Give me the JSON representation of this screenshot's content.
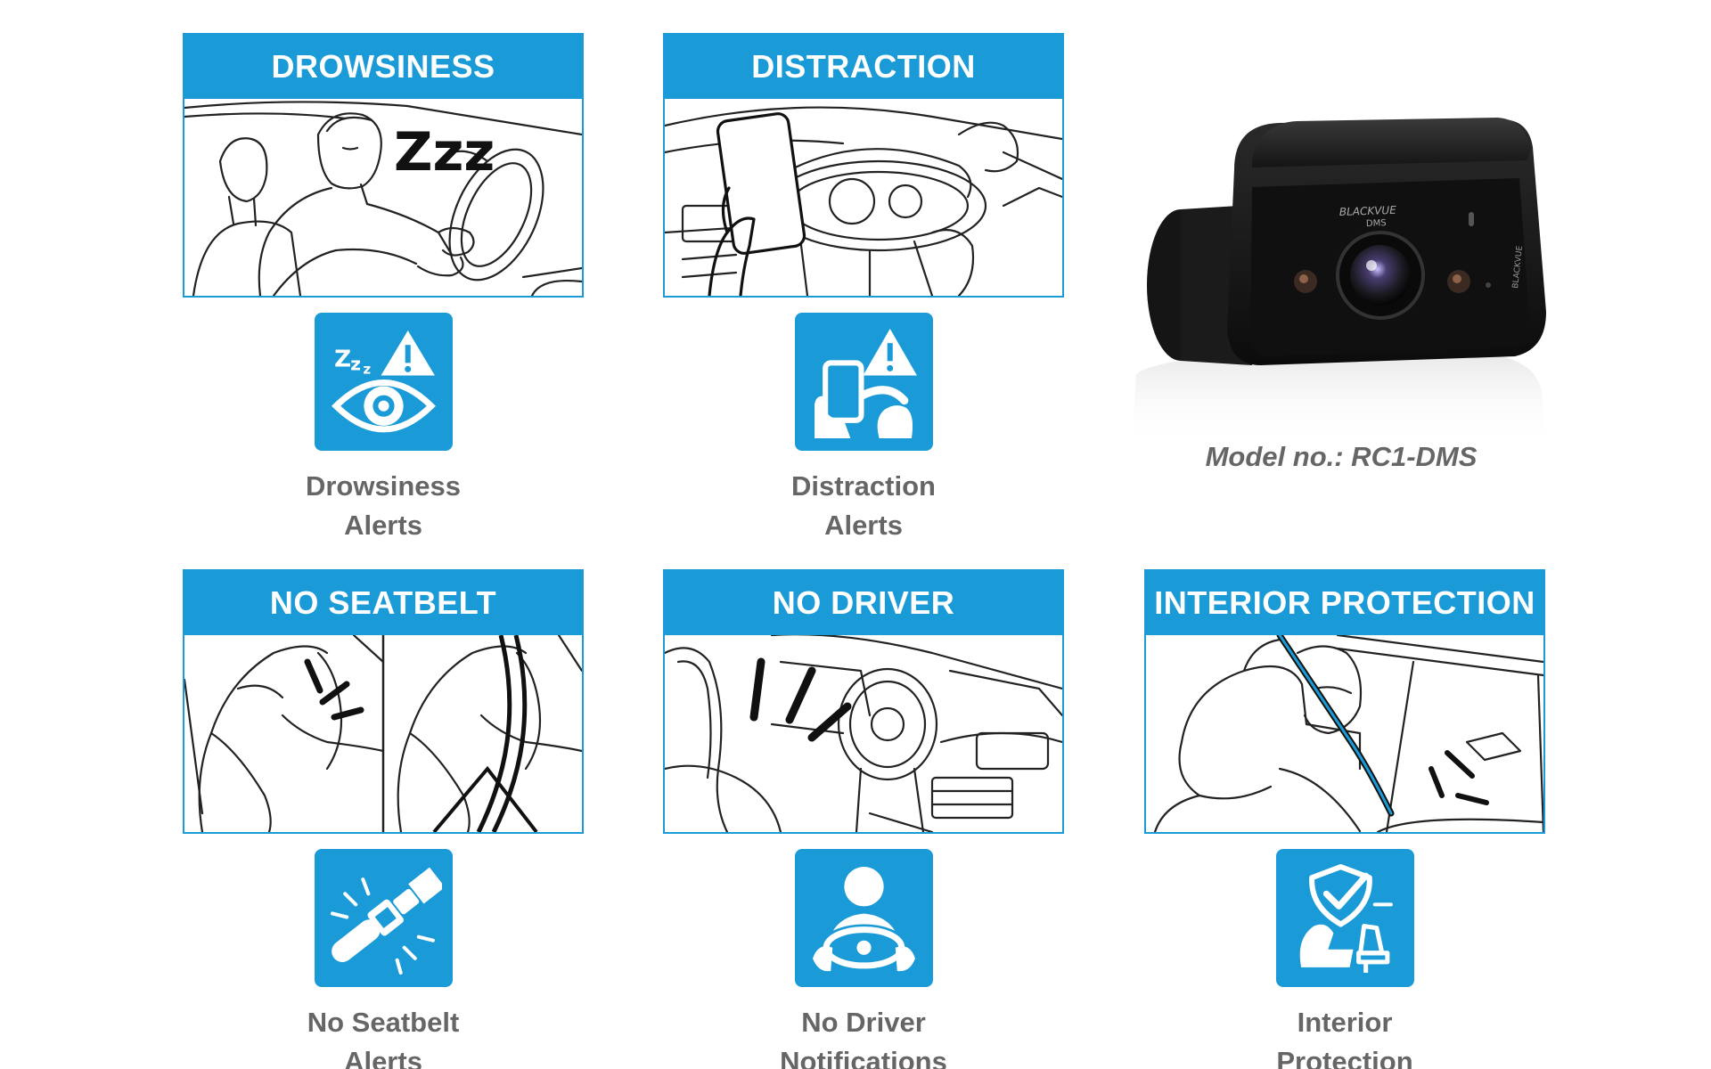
{
  "colors": {
    "accent": "#1a9bd7",
    "caption": "#666666",
    "line": "#222222"
  },
  "features": [
    {
      "title": "DROWSINESS",
      "icon": "drowsiness-eye-icon",
      "caption_line1": "Drowsiness",
      "caption_line2": "Alerts"
    },
    {
      "title": "DISTRACTION",
      "icon": "phone-distraction-icon",
      "caption_line1": "Distraction",
      "caption_line2": "Alerts"
    },
    {
      "title": "NO SEATBELT",
      "icon": "seatbelt-buckle-icon",
      "caption_line1": "No Seatbelt",
      "caption_line2": "Alerts"
    },
    {
      "title": "NO DRIVER",
      "icon": "driver-steering-icon",
      "caption_line1": "No Driver",
      "caption_line2": "Notifications"
    },
    {
      "title": "INTERIOR PROTECTION",
      "icon": "shield-seat-icon",
      "caption_line1": "Interior",
      "caption_line2": "Protection"
    }
  ],
  "product": {
    "brand_front": "BLACKVUE",
    "brand_sub": "DMS",
    "brand_side": "BLACKVUE",
    "model_label": "Model no.: RC1-DMS"
  },
  "illustration_glyphs": {
    "sleep_text": "Zzz"
  }
}
